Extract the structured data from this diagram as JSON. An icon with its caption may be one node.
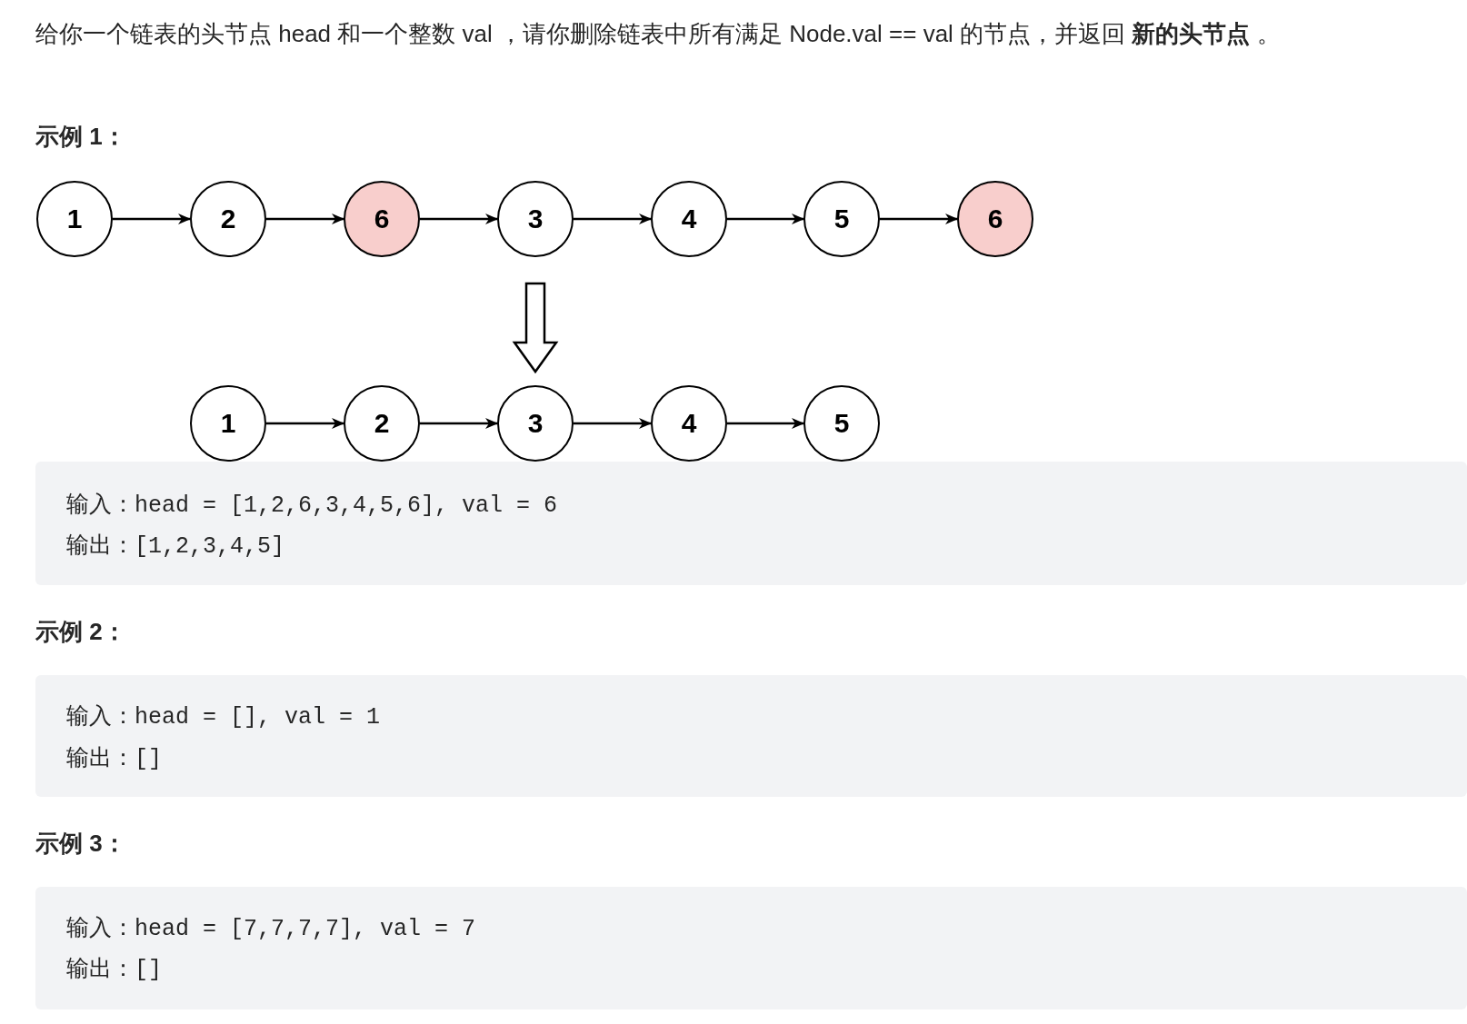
{
  "diagram": {
    "title": "给你一个链表的头节点 head 和一个整数 val ，请你删除链表中所有满足 Node.val == val 的节点，并返回 **新的头节点** 。",
    "nodes": [
      {
        "text": [
          "1"
        ]
      },
      {
        "text": [
          "2"
        ]
      },
      {
        "text": [
          "6"
        ]
      },
      {
        "text": [
          "3"
        ]
      },
      {
        "text": [
          "4"
        ]
      },
      {
        "text": [
          "5"
        ]
      },
      {
        "text": [
          "6"
        ]
      },
      {
        "text": [
          "1"
        ]
      },
      {
        "text": [
          "2"
        ]
      },
      {
        "text": [
          "3"
        ]
      },
      {
        "text": [
          "4"
        ]
      },
      {
        "text": [
          "5"
        ]
      }
    ],
    "edges": [
      {
        "from": 0,
        "to": 1,
        "arrow": "to"
      },
      {
        "from": 1,
        "to": 2,
        "arrow": "to"
      },
      {
        "from": 2,
        "to": 3,
        "arrow": "to"
      },
      {
        "from": 3,
        "to": 4,
        "arrow": "to"
      },
      {
        "from": 4,
        "to": 5,
        "arrow": "to"
      },
      {
        "from": 5,
        "to": 6,
        "arrow": "to"
      },
      {
        "from": 3,
        "to": 9,
        "arrow": "to",
        "style": "thick"
      },
      {
        "from": 7,
        "to": 8,
        "arrow": "to"
      },
      {
        "from": 8,
        "to": 9,
        "arrow": "to"
      },
      {
        "from": 9,
        "to": 10,
        "arrow": "to"
      },
      {
        "from": 10,
        "to": 11,
        "arrow": "to"
      }
    ],
    "labels": [
      "示例 1：",
      "输入：head = [1,2,6,3,4,5,6], val = 6",
      "输出：[1,2,3,4,5]",
      "示例 2：",
      "输入：head = [], val = 1",
      "输出：[]",
      "示例 3：",
      "输入：head = [7,7,7,7], val = 7",
      "输出：[]"
    ]
  }
}
